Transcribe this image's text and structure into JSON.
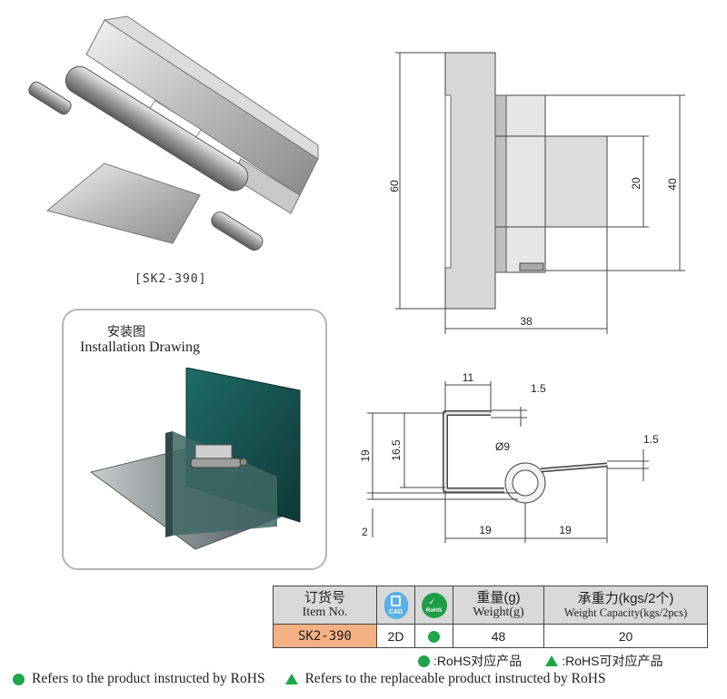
{
  "product": {
    "model_label": "[SK2-390]"
  },
  "installation": {
    "title_cn": "安装图",
    "title_en": "Installation Drawing"
  },
  "drawing_top": {
    "dim_height": "60",
    "dim_slot": "20",
    "dim_leaf": "40",
    "dim_width": "38"
  },
  "drawing_bottom": {
    "dim_top_width": "11",
    "dim_thickness_top": "1.5",
    "dim_inner_height": "16.5",
    "dim_outer_height": "19",
    "dim_diameter": "Ø9",
    "dim_thickness_right": "1.5",
    "dim_gap": "2",
    "dim_left_width": "19",
    "dim_right_width": "19"
  },
  "table": {
    "headers": {
      "item_cn": "订货号",
      "item_en": "Item No.",
      "cad_label": "CAD",
      "rohs_label": "RoHS",
      "weight_cn": "重量(g)",
      "weight_en": "Weight(g)",
      "capacity_cn": "承重力(kgs/2个)",
      "capacity_en": "Weight Capacity(kgs/2pcs)"
    },
    "row": {
      "item": "SK2-390",
      "cad": "2D",
      "weight": "48",
      "capacity": "20"
    }
  },
  "legend": {
    "rohs_cn": ":RoHS对应产品",
    "replaceable_cn": ":RoHS可对应产品",
    "rohs_en": "Refers to the product instructed by RoHS",
    "replaceable_en": "Refers to the replaceable product instructed by RoHS"
  },
  "colors": {
    "rohs_green": "#1da64a",
    "cad_blue": "#5ab0e8",
    "model_cell": "#f4b183",
    "header_gray": "#d9d9d9",
    "panel_teal": "#1d5e5c"
  }
}
